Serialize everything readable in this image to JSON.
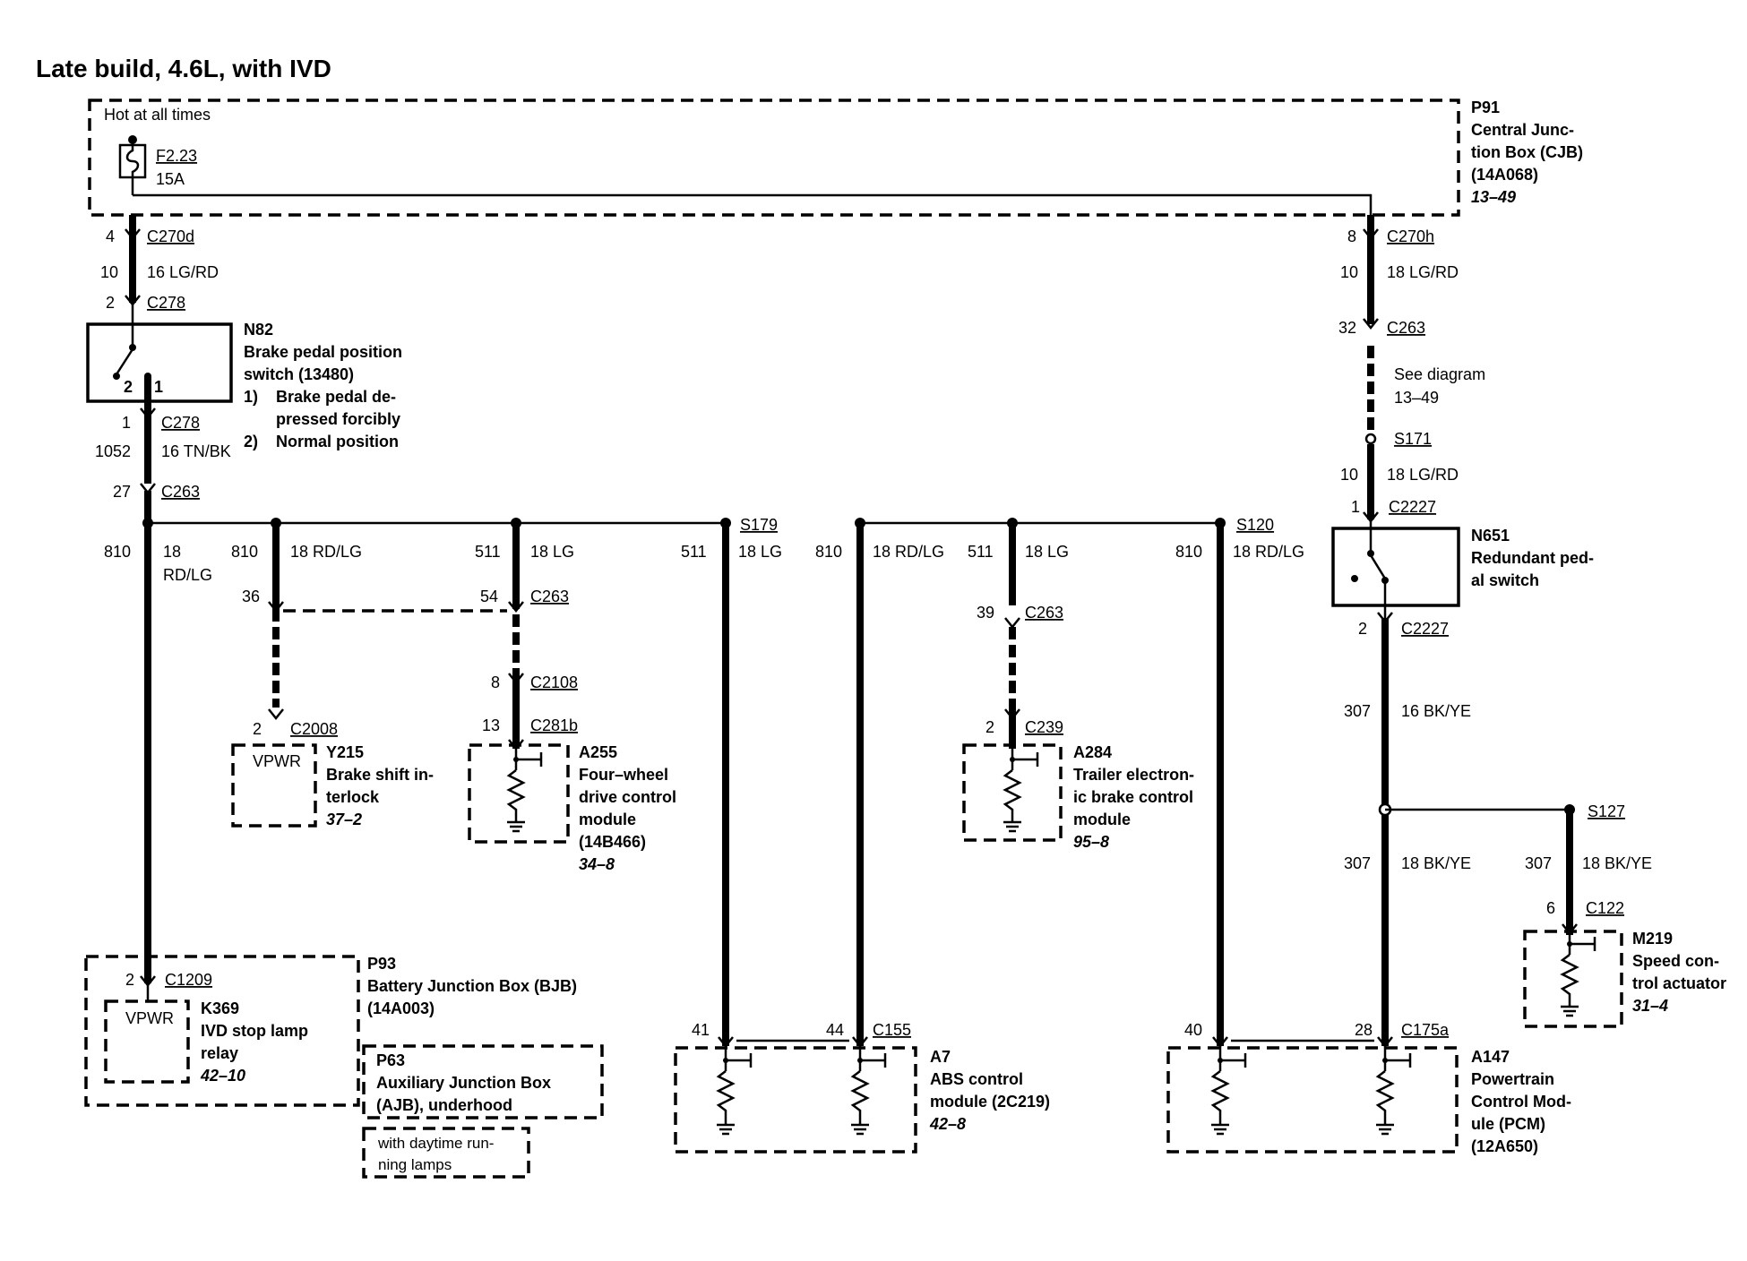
{
  "title": "Late build, 4.6L, with IVD",
  "cjb": {
    "hot": "Hot at all times",
    "fuse_id": "F2.23",
    "fuse_amp": "15A",
    "id": "P91",
    "name": [
      "Central Junc-",
      "tion Box (CJB)",
      "(14A068)"
    ],
    "ref": "13–49"
  },
  "left": {
    "pin_c270d": "4",
    "c270d": "C270d",
    "circ1": "10",
    "wire1": "16 LG/RD",
    "pin_c278a": "2",
    "c278a": "C278",
    "pin_sw2": "2",
    "pin_sw1": "1",
    "pin_c278b": "1",
    "c278b": "C278",
    "circ2": "1052",
    "wire2": "16 TN/BK",
    "pin_c263": "27",
    "c263": "C263"
  },
  "n82": {
    "id": "N82",
    "name": [
      "Brake pedal position",
      "switch (13480)"
    ],
    "note1_num": "1)",
    "note1": [
      "Brake pedal de-",
      "pressed forcibly"
    ],
    "note2_num": "2)",
    "note2": "Normal position"
  },
  "right": {
    "pin_c270h": "8",
    "c270h": "C270h",
    "circ1": "10",
    "wire1": "18 LG/RD",
    "pin_c263": "32",
    "c263": "C263",
    "see": [
      "See diagram",
      "13–49"
    ],
    "s171": "S171",
    "circ2": "10",
    "wire2": "18 LG/RD",
    "pin_c2227a": "1",
    "c2227a": "C2227",
    "pin_c2227b": "2",
    "c2227b": "C2227",
    "circ3": "307",
    "wire3": "16 BK/YE",
    "s127": "S127",
    "circ4": "307",
    "wire4": "18 BK/YE",
    "circ5": "307",
    "wire5": "18 BK/YE",
    "pin_c122": "6",
    "c122": "C122"
  },
  "n651": {
    "id": "N651",
    "name": [
      "Redundant ped-",
      "al switch"
    ]
  },
  "m219": {
    "id": "M219",
    "name": [
      "Speed con-",
      "trol actuator"
    ],
    "ref": "31–4"
  },
  "bus": {
    "s179": "S179",
    "s120": "S120",
    "b1_circ": "810",
    "b1_wire": [
      "18",
      "RD/LG"
    ],
    "b2_circ": "810",
    "b2_wire": "18 RD/LG",
    "b3_circ": "511",
    "b3_wire": "18 LG",
    "b4_circ": "511",
    "b4_wire": "18 LG",
    "b5_circ": "810",
    "b5_wire": "18 RD/LG",
    "b6_circ": "511",
    "b6_wire": "18 LG",
    "b7_circ": "810",
    "b7_wire": "18 RD/LG"
  },
  "y215": {
    "pin_c263": "36",
    "pin_c2008": "2",
    "c2008": "C2008",
    "vpwr": "VPWR",
    "id": "Y215",
    "name": [
      "Brake shift in-",
      "terlock"
    ],
    "ref": "37–2"
  },
  "a255": {
    "pin_c263": "54",
    "c263": "C263",
    "pin_c2108": "8",
    "c2108": "C2108",
    "pin_c281b": "13",
    "c281b": "C281b",
    "id": "A255",
    "name": [
      "Four–wheel",
      "drive control",
      "module",
      "(14B466)"
    ],
    "ref": "34–8"
  },
  "a284": {
    "pin_c263": "39",
    "c263": "C263",
    "pin_c239": "2",
    "c239": "C239",
    "id": "A284",
    "name": [
      "Trailer electron-",
      "ic brake control",
      "module"
    ],
    "ref": "95–8"
  },
  "a7": {
    "pin41": "41",
    "pin44": "44",
    "c155": "C155",
    "id": "A7",
    "name": [
      "ABS control",
      "module (2C219)"
    ],
    "ref": "42–8"
  },
  "a147": {
    "pin40": "40",
    "pin28": "28",
    "c175a": "C175a",
    "id": "A147",
    "name": [
      "Powertrain",
      "Control Mod-",
      "ule (PCM)",
      "(12A650)"
    ]
  },
  "p93": {
    "pin": "2",
    "c1209": "C1209",
    "vpwr": "VPWR",
    "id": "P93",
    "name": [
      "Battery Junction Box (BJB)",
      "(14A003)"
    ]
  },
  "k369": {
    "id": "K369",
    "name": [
      "IVD stop lamp",
      "relay"
    ],
    "ref": "42–10"
  },
  "p63": {
    "id": "P63",
    "name": [
      "Auxiliary Junction Box",
      "(AJB), underhood"
    ]
  },
  "drl": [
    "with daytime run-",
    "ning lamps"
  ]
}
